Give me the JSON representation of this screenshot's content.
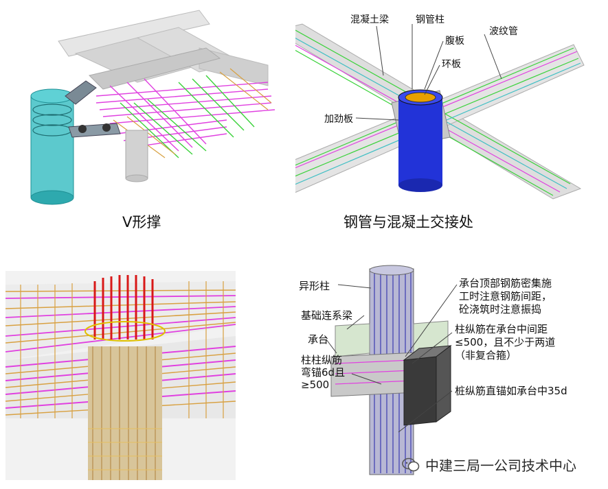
{
  "panel1": {
    "caption": "V形撑"
  },
  "panel2": {
    "caption": "钢管与混凝土交接处",
    "labels": {
      "concrete_beam": "混凝土梁",
      "steel_column": "钢管柱",
      "web_plate": "腹板",
      "corrugated_pipe": "波纹管",
      "ring_plate": "环板",
      "stiffener": "加劲板"
    }
  },
  "panel4": {
    "labels": {
      "special_column": "异形柱",
      "tie_beam": "基础连系梁",
      "pile_cap": "承台",
      "anchor_1": "柱柱纵筋",
      "anchor_2": "弯锚6d且",
      "anchor_3": "≥500",
      "cap_note_1": "承台顶部钢筋密集施",
      "cap_note_2": "工时注意钢筋间距，",
      "cap_note_3": "砼浇筑时注意振捣",
      "col_bar_1": "柱纵筋在承台中间距",
      "col_bar_2": "≤500，且不少于两道",
      "col_bar_3": "（非复合箍）",
      "pile_bar": "桩纵筋直锚如承台中35d"
    }
  },
  "watermark": {
    "text": "中建三局一公司技术中心"
  },
  "colors": {
    "cyan": "#3fbfc4",
    "blue": "#2233d8",
    "magenta": "#e040e0",
    "green": "#3ad23a",
    "red": "#d81818",
    "gray": "#bdbdbd",
    "dark": "#333333"
  }
}
